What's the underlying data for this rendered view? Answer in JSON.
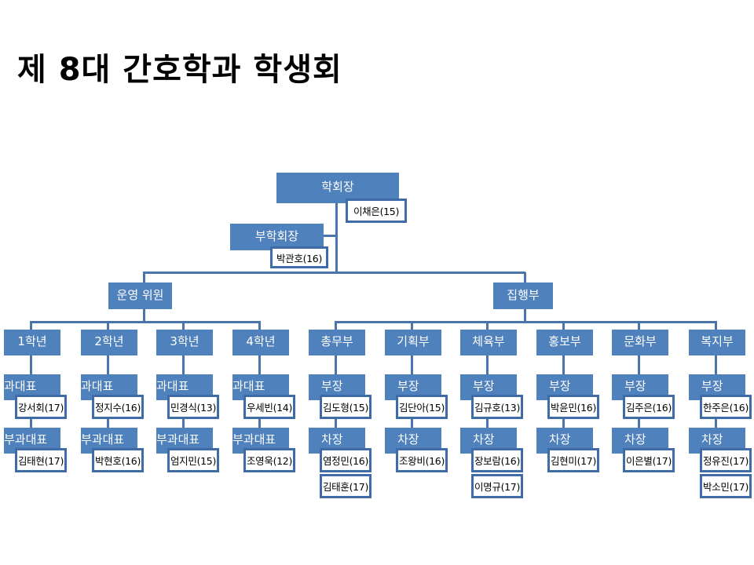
{
  "title": "제 8대 간호학과 학생회",
  "president": {
    "role": "학회장",
    "name": "이채은(15)"
  },
  "vice_president": {
    "role": "부학회장",
    "name": "박관호(16)"
  },
  "groups": [
    {
      "label": "운영 위원",
      "columns": [
        {
          "label": "1학년",
          "roles": [
            {
              "role": "과대표",
              "names": [
                "강서회(17)"
              ]
            },
            {
              "role": "부과대표",
              "names": [
                "김태현(17)"
              ]
            }
          ]
        },
        {
          "label": "2학년",
          "roles": [
            {
              "role": "과대표",
              "names": [
                "정지수(16)"
              ]
            },
            {
              "role": "부과대표",
              "names": [
                "박현호(16)"
              ]
            }
          ]
        },
        {
          "label": "3학년",
          "roles": [
            {
              "role": "과대표",
              "names": [
                "민경식(13)"
              ]
            },
            {
              "role": "부과대표",
              "names": [
                "엄지민(15)"
              ]
            }
          ]
        },
        {
          "label": "4학년",
          "roles": [
            {
              "role": "과대표",
              "names": [
                "우세빈(14)"
              ]
            },
            {
              "role": "부과대표",
              "names": [
                "조영욱(12)"
              ]
            }
          ]
        }
      ]
    },
    {
      "label": "집행부",
      "columns": [
        {
          "label": "총무부",
          "roles": [
            {
              "role": "부장",
              "names": [
                "김도형(15)"
              ]
            },
            {
              "role": "차장",
              "names": [
                "염정민(16)",
                "김태훈(17)"
              ]
            }
          ]
        },
        {
          "label": "기획부",
          "roles": [
            {
              "role": "부장",
              "names": [
                "김단아(15)"
              ]
            },
            {
              "role": "차장",
              "names": [
                "조왕비(16)"
              ]
            }
          ]
        },
        {
          "label": "체육부",
          "roles": [
            {
              "role": "부장",
              "names": [
                "김규호(13)"
              ]
            },
            {
              "role": "차장",
              "names": [
                "장보람(16)",
                "이명규(17)"
              ]
            }
          ]
        },
        {
          "label": "홍보부",
          "roles": [
            {
              "role": "부장",
              "names": [
                "박윤민(16)"
              ]
            },
            {
              "role": "차장",
              "names": [
                "김현미(17)"
              ]
            }
          ]
        },
        {
          "label": "문화부",
          "roles": [
            {
              "role": "부장",
              "names": [
                "김주은(16)"
              ]
            },
            {
              "role": "차장",
              "names": [
                "이은별(17)"
              ]
            }
          ]
        },
        {
          "label": "복지부",
          "roles": [
            {
              "role": "부장",
              "names": [
                "한주은(16)"
              ]
            },
            {
              "role": "차장",
              "names": [
                "정유진(17)",
                "박소민(17)"
              ]
            }
          ]
        }
      ]
    }
  ]
}
